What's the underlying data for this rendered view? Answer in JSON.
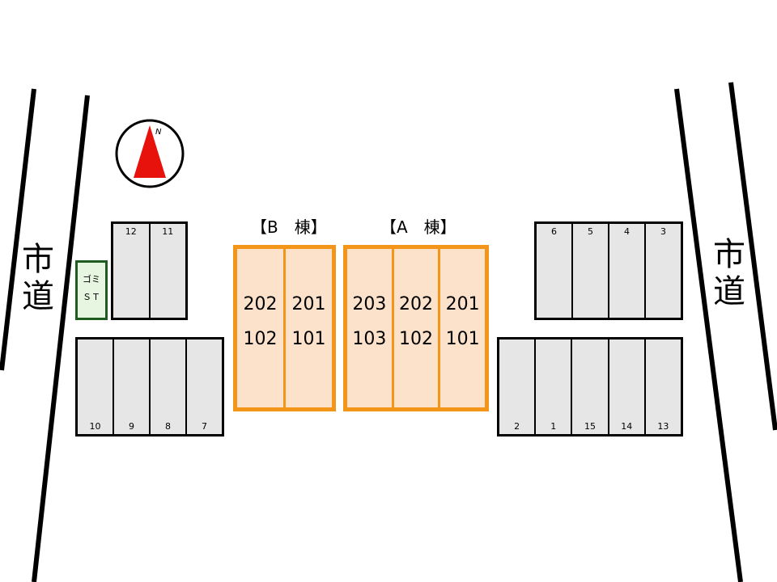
{
  "compass": {
    "north_label": "N"
  },
  "roads": {
    "left_label": "市\n道",
    "right_label": "市\n道"
  },
  "gomi_station": {
    "line1": "ゴミ",
    "line2": "ＳＴ"
  },
  "buildings": {
    "B": {
      "label": "【B　棟】",
      "units": [
        {
          "upper": "202",
          "lower": "102"
        },
        {
          "upper": "201",
          "lower": "101"
        }
      ]
    },
    "A": {
      "label": "【A　棟】",
      "units": [
        {
          "upper": "203",
          "lower": "103"
        },
        {
          "upper": "202",
          "lower": "102"
        },
        {
          "upper": "201",
          "lower": "101"
        }
      ]
    }
  },
  "parking": {
    "upper_left": [
      "12",
      "11"
    ],
    "lower_left": [
      "10",
      "9",
      "8",
      "7"
    ],
    "upper_right": [
      "6",
      "5",
      "4",
      "3"
    ],
    "lower_right": [
      "2",
      "1",
      "15",
      "14",
      "13"
    ]
  },
  "colors": {
    "building_border": "#f29518",
    "building_fill": "#fde2cb",
    "parking_fill": "#e6e6e6",
    "gomi_border": "#1f5c1f",
    "gomi_fill": "#e6f6e0",
    "compass_arrow": "#e8120c"
  }
}
